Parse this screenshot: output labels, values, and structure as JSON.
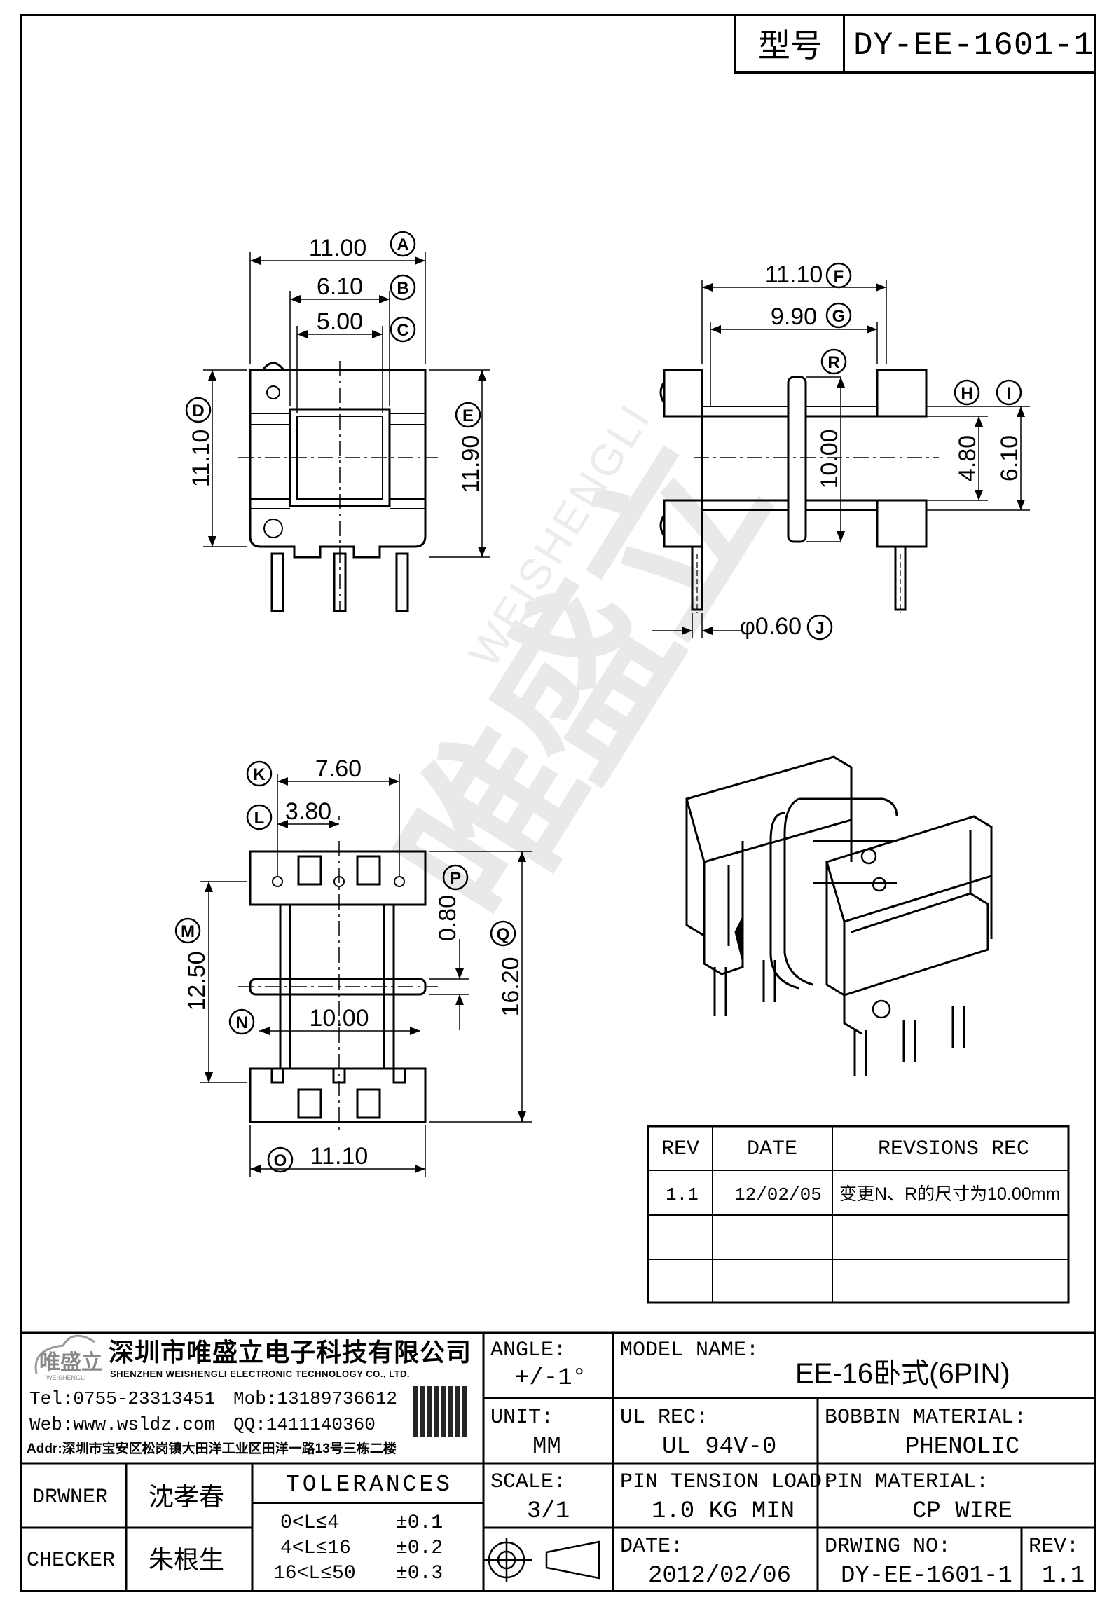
{
  "header": {
    "model_label": "型号",
    "model_value": "DY-EE-1601-1"
  },
  "dimensions": {
    "A": "11.00",
    "B": "6.10",
    "C": "5.00",
    "D": "11.10",
    "E": "11.90",
    "F": "11.10",
    "G": "9.90",
    "R": "10.00",
    "H": "4.80",
    "I": "6.10",
    "J": "φ0.60",
    "K": "7.60",
    "L": "3.80",
    "P": "0.80",
    "M": "12.50",
    "Q": "16.20",
    "N": "10.00",
    "O": "11.10"
  },
  "callouts": [
    "A",
    "B",
    "C",
    "D",
    "E",
    "F",
    "G",
    "R",
    "H",
    "I",
    "J",
    "K",
    "L",
    "P",
    "M",
    "Q",
    "N",
    "O"
  ],
  "revisions": {
    "headers": [
      "REV",
      "DATE",
      "REVSIONS REC"
    ],
    "rows": [
      [
        "1.1",
        "12/02/05",
        "变更N、R的尺寸为10.00mm"
      ],
      [
        "",
        "",
        ""
      ],
      [
        "",
        "",
        ""
      ]
    ]
  },
  "company": {
    "logo_text": "唯盛立",
    "logo_sub": "WEISHENGLI",
    "name_cn": "深圳市唯盛立电子科技有限公司",
    "name_en": "SHENZHEN WEISHENGLI ELECTRONIC TECHNOLOGY CO., LTD.",
    "tel": "Tel:0755-23313451",
    "mob": "Mob:13189736612",
    "web": "Web:www.wsldz.com",
    "qq": "QQ:1411140360",
    "addr": "Addr:深圳市宝安区松岗镇大田洋工业区田洋一路13号三栋二楼"
  },
  "titleblock": {
    "angle_label": "ANGLE:",
    "angle_value": "+/-1°",
    "model_name_label": "MODEL NAME:",
    "model_name_value": "EE-16卧式(6PIN)",
    "unit_label": "UNIT:",
    "unit_value": "MM",
    "ul_label": "UL REC:",
    "ul_value": "UL 94V-0",
    "bobbin_label": "BOBBIN MATERIAL:",
    "bobbin_value": "PHENOLIC",
    "scale_label": "SCALE:",
    "scale_value": "3/1",
    "pin_tension_label": "PIN TENSION LOAD:",
    "pin_tension_value": "1.0 KG MIN",
    "pin_material_label": "PIN MATERIAL:",
    "pin_material_value": "CP WIRE",
    "date_label": "DATE:",
    "date_value": "2012/02/06",
    "drawing_no_label": "DRWING NO:",
    "drawing_no_value": "DY-EE-1601-1",
    "rev_label": "REV:",
    "rev_value": "1.1",
    "drawer_label": "DRWNER",
    "drawer_value": "沈孝春",
    "checker_label": "CHECKER",
    "checker_value": "朱根生",
    "tolerances_title": "TOLERANCES",
    "tolerances": [
      [
        "0<L≤4",
        "±0.1"
      ],
      [
        "4<L≤16",
        "±0.2"
      ],
      [
        "16<L≤50",
        "±0.3"
      ]
    ]
  },
  "watermark": {
    "cn": "唯盛立",
    "en": "WEISHENGLI"
  }
}
